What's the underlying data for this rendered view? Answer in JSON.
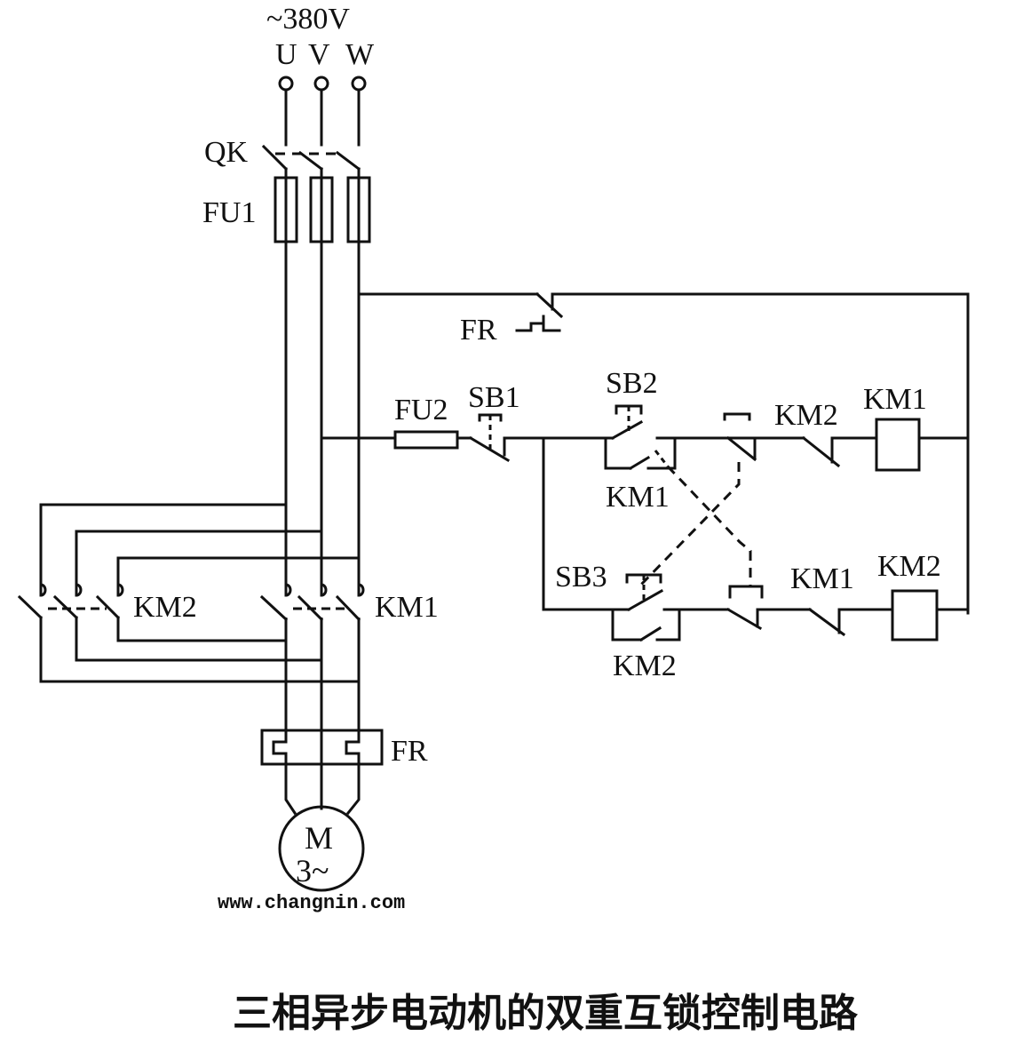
{
  "title": "三相异步电动机的双重互锁控制电路",
  "watermark": "www.changnin.com",
  "supply": {
    "voltage_label": "~380V",
    "phases": [
      "U",
      "V",
      "W"
    ]
  },
  "labels": {
    "main_switch": "QK",
    "main_fuse": "FU1",
    "overload_contact": "FR",
    "control_fuse": "FU2",
    "stop_button": "SB1",
    "forward_button": "SB2",
    "reverse_button": "SB3",
    "fwd_interlock": "KM2",
    "fwd_coil": "KM1",
    "fwd_holding": "KM1",
    "rev_interlock": "KM1",
    "rev_coil": "KM2",
    "rev_holding": "KM2",
    "reverse_contactor": "KM2",
    "forward_contactor": "KM1",
    "thermal_relay": "FR",
    "motor_M": "M",
    "motor_phase": "3~"
  }
}
